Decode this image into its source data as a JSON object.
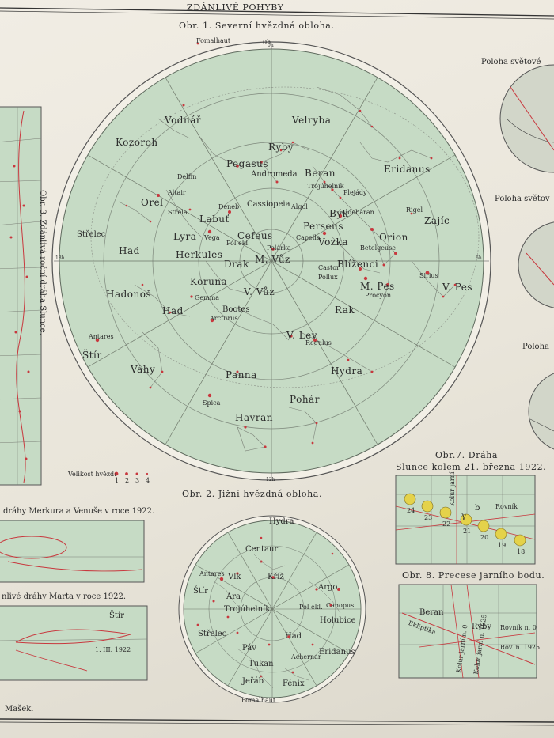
{
  "header": {
    "title": "ZDÁNLIVÉ POHYBY"
  },
  "fig1": {
    "title": "Obr. 1. Severní hvězdná obloha.",
    "ra_labels": {
      "top": "0h",
      "right": "6h",
      "bottom": "12h",
      "left": "18h"
    },
    "constellations": {
      "fomalhaut": "Fomalhaut",
      "vodnar": "Vodnář",
      "velryba": "Velryba",
      "kozoroh": "Kozoroh",
      "ryby": "Ryby",
      "pegasus": "Pegasus",
      "beran": "Beran",
      "eridanus": "Eridanus",
      "andromeda": "Andromeda",
      "trojuhelnik": "Trojúhelník",
      "plejady": "Plejády",
      "delfin": "Delfín",
      "altair": "Altair",
      "orel": "Orel",
      "strela": "Střela",
      "deneb": "Deneb",
      "cassiopeia": "Cassiopeia",
      "algol": "Algol",
      "byk": "Býk",
      "aldebaran": "Aldebaran",
      "rigel": "Rigel",
      "zajic": "Zajíc",
      "strelec": "Střelec",
      "labut": "Labuť",
      "perseus": "Perseus",
      "orion": "Orion",
      "lyra": "Lyra",
      "vega": "Vega",
      "cefeus": "Cefeus",
      "pol_ekl": "Pól ekl.",
      "polarka": "Polárka",
      "capella": "Capella",
      "vozka": "Vozka",
      "betelgeuse": "Betelgeuse",
      "had_top": "Had",
      "herkules": "Herkules",
      "drak": "Drak",
      "m_vuz": "M. Vůz",
      "castor": "Castor",
      "blizenci": "Blíženci",
      "pollux": "Pollux",
      "m_pes": "M. Pes",
      "procyon": "Procyon",
      "sirius": "Sirius",
      "v_pes": "V. Pes",
      "hadonos": "Hadonoš",
      "koruna": "Koruna",
      "gemma": "Gemma",
      "v_vuz": "V. Vůz",
      "had_mid": "Had",
      "bootes": "Bootes",
      "arcturus": "Arcturus",
      "rak": "Rak",
      "antares": "Antares",
      "stir": "Štír",
      "v_lev": "V. Lev",
      "regulus": "Regulus",
      "vahy": "Váhy",
      "panna": "Panna",
      "hydra": "Hydra",
      "spica": "Spica",
      "pohar": "Pohár",
      "havran": "Havran"
    },
    "magnitude_label": "Velikost hvězd:",
    "magnitudes": [
      "1",
      "2",
      "3",
      "4"
    ]
  },
  "fig2": {
    "title": "Obr. 2. Jižní hvězdná obloha.",
    "constellations": {
      "hydra": "Hydra",
      "centaur": "Centaur",
      "vlk": "Vlk",
      "kriz": "Kříž",
      "argo": "Argo",
      "antares": "Antares",
      "stir": "Štír",
      "ara": "Ara",
      "trojuhelnik": "Trojúhelník",
      "pol_ekl": "Pól ekl.",
      "canopus": "Canopus",
      "holubice": "Holubice",
      "strelec": "Střelec",
      "pav": "Páv",
      "tukan": "Tukan",
      "had": "Had",
      "achernar": "Achernar",
      "eridanus": "Eridanus",
      "jerab": "Jeřáb",
      "fenix": "Fénix",
      "fomalhaut": "Fomalhaut"
    }
  },
  "fig3": {
    "title": "Obr. 3. Zdánlivá roční dráha Slunce."
  },
  "fig7": {
    "title_line1": "Obr.7. Dráha",
    "title_line2": "Slunce kolem 21. března 1922.",
    "labels": {
      "rovnik": "Rovník",
      "kolur": "Kolur jarní",
      "b": "b",
      "gamma": "γ"
    },
    "sun_days": [
      "24",
      "23",
      "22",
      "21",
      "20",
      "19",
      "18"
    ]
  },
  "fig8": {
    "title": "Obr. 8. Precese jarního bodu.",
    "labels": {
      "beran": "Beran",
      "ryby": "Ryby",
      "ekliptika": "Ekliptika",
      "rovnik_0": "Rovník n. 0",
      "rov_1925": "Rov. n. 1925",
      "kolur_0": "Kolur jarní n. 0",
      "kolur_1925": "Kolur jarní n. 1925"
    }
  },
  "left_panels": {
    "merkur_title": "dráhy Merkura a Venuše v roce 1922.",
    "mars_title": "nlivé dráhy Marta v roce 1922.",
    "mars_labels": {
      "stir": "Štír",
      "date": "1. III. 1922"
    },
    "footer_credit": "Mašek."
  },
  "right_panels": {
    "poloha1": "Poloha světové",
    "poloha2": "Poloha světov",
    "poloha3": "Poloha"
  },
  "colors": {
    "map": "#c8dcc6",
    "lines": "#6a7268",
    "stars": "#c8383e",
    "paper": "#ede9df"
  }
}
